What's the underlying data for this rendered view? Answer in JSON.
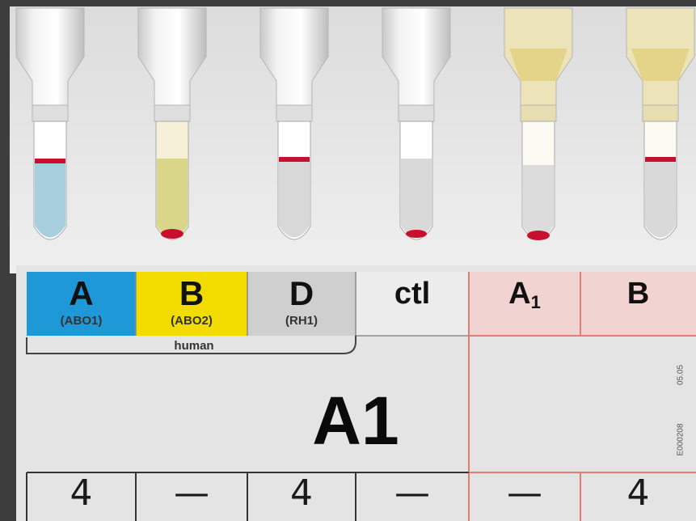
{
  "card": {
    "columns": [
      {
        "key": "a",
        "letter": "A",
        "code": "(ABO1)",
        "bg": "#1e98d6",
        "color": "#111111"
      },
      {
        "key": "b",
        "letter": "B",
        "code": "(ABO2)",
        "bg": "#f2dc00",
        "color": "#111111"
      },
      {
        "key": "d",
        "letter": "D",
        "code": "(RH1)",
        "bg": "#cfcfcf",
        "color": "#111111"
      },
      {
        "key": "ctl",
        "letter": "ctl",
        "code": "",
        "bg": "#ececec",
        "color": "#111111"
      },
      {
        "key": "a1",
        "letter": "A",
        "sub": "1",
        "code": "",
        "bg": "#f1d4d2",
        "color": "#111111"
      },
      {
        "key": "b2",
        "letter": "B",
        "code": "",
        "bg": "#f1d4d2",
        "color": "#111111"
      }
    ],
    "group_label": "human",
    "result_title": "A1",
    "side_code_1": "05.05",
    "side_code_2": "E000208",
    "results": [
      "4",
      "—",
      "4",
      "—",
      "—",
      "4"
    ]
  },
  "colors": {
    "card_bg": "#e4e4e4",
    "pink_accent": "#e37d74",
    "blood": "#c8102e"
  }
}
